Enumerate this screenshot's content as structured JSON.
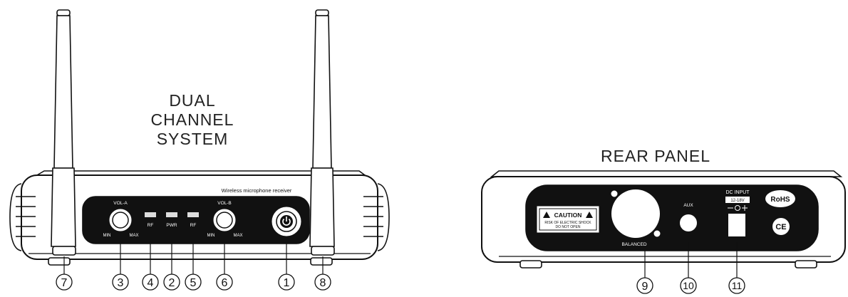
{
  "front": {
    "title_lines": [
      "DUAL",
      "CHANNEL",
      "SYSTEM"
    ],
    "panel_label": "Wireless microphone receiver",
    "knob_a": {
      "label": "VOL-A",
      "min": "MIN",
      "max": "MAX"
    },
    "knob_b": {
      "label": "VOL-B",
      "min": "MIN",
      "max": "MAX"
    },
    "leds": [
      "RF",
      "PWR",
      "RF"
    ],
    "callouts": {
      "c7": "7",
      "c3": "3",
      "c4": "4",
      "c2": "2",
      "c5": "5",
      "c6": "6",
      "c1": "1",
      "c8": "8"
    }
  },
  "rear": {
    "title": "REAR PANEL",
    "caution_title": "CAUTION",
    "caution_line1": "RISK OF ELECTRIC SHOCK",
    "caution_line2": "DO NOT OPEN",
    "balanced_label": "BALANCED",
    "aux_label": "AUX",
    "dc_label": "DC INPUT",
    "dc_spec": "12-18V",
    "rohs_label": "RoHS",
    "ce_label": "CE",
    "callouts": {
      "c9": "9",
      "c10": "10",
      "c11": "11"
    }
  }
}
